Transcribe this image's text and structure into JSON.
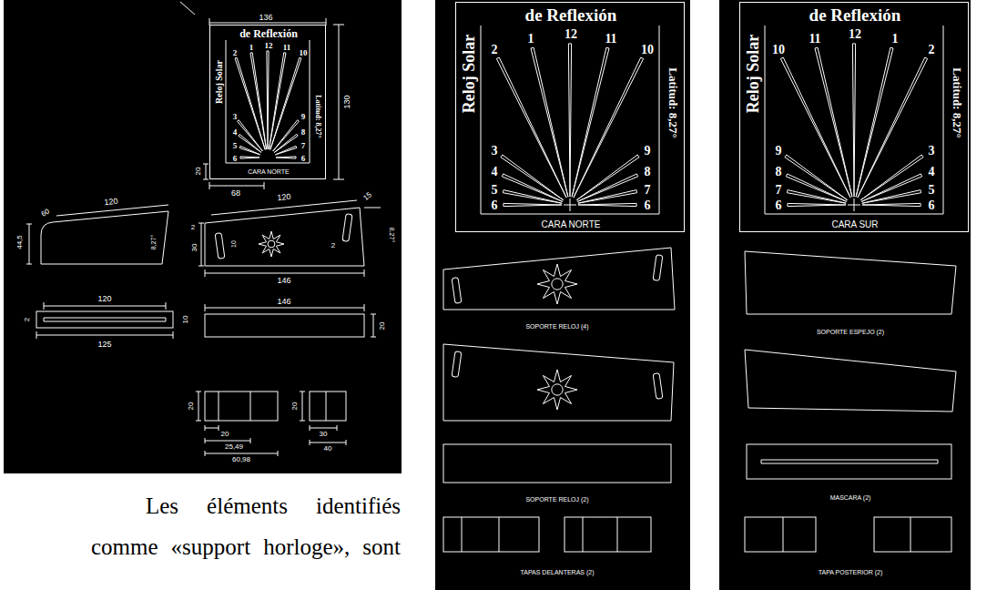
{
  "diagram": {
    "nodes": [
      {
        "text": [
          "de Reflexión",
          "Reloj Solar",
          "2",
          "1",
          "12",
          "11",
          "10",
          "3",
          "9",
          "4",
          "8",
          "5",
          "7",
          "6",
          "6",
          "Latitud: 8,27°",
          "CARA NORTE"
        ]
      },
      {
        "text": [
          "de Reflexión",
          "Reloj Solar",
          "2",
          "1",
          "12",
          "11",
          "10",
          "3",
          "9",
          "4",
          "8",
          "5",
          "7",
          "6",
          "6",
          "Latitud: 8,27°",
          "CARA NORTE"
        ]
      },
      {
        "text": [
          "de Reflexión",
          "Reloj Solar",
          "10",
          "11",
          "12",
          "1",
          "2",
          "9",
          "3",
          "8",
          "4",
          "7",
          "5",
          "6",
          "6",
          "Latitud: 8,27°",
          "CARA SUR"
        ]
      }
    ],
    "labels": [
      "136",
      "130",
      "20",
      "68",
      "60",
      "120",
      "44,5",
      "8,27°",
      "2",
      "120",
      "15",
      "8,27°",
      "30",
      "10",
      "2",
      "146",
      "120",
      "2",
      "10",
      "125",
      "146",
      "20",
      "20",
      "20",
      "25,49",
      "60,98",
      "20",
      "30",
      "40",
      "Les éléments identifiés comme «support horloge», sont",
      "SOPORTE RELOJ (4)",
      "SOPORTE RELOJ (2)",
      "TAPAS DELANTERAS (2)",
      "SOPORTE ESPEJO (2)",
      "MASCARA (2)",
      "TAPA POSTERIOR (2)"
    ]
  }
}
